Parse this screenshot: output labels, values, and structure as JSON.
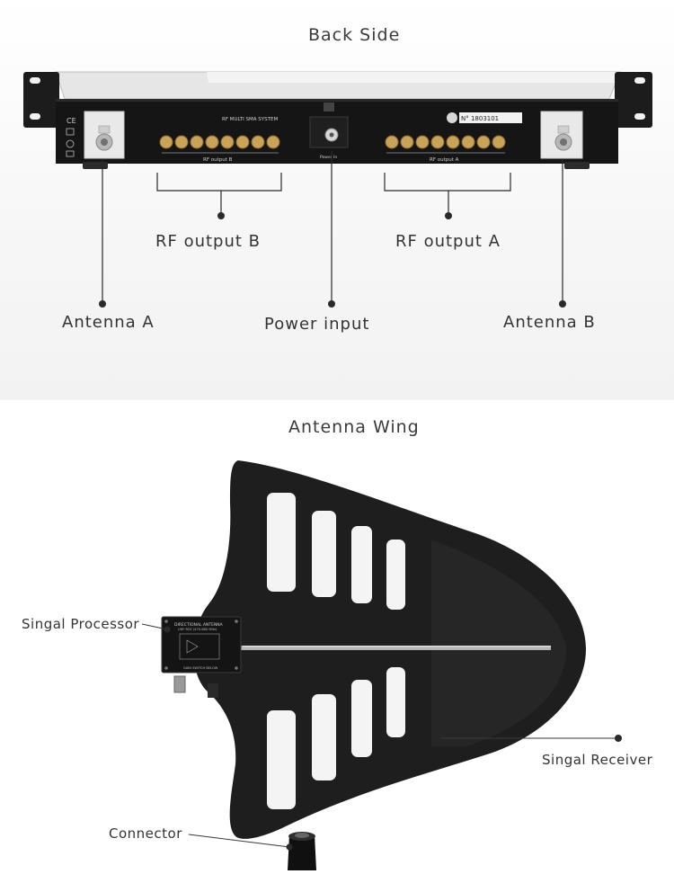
{
  "back_side": {
    "title": "Back Side",
    "panel": {
      "rf_multi_system_text": "RF MULTI SMA SYSTEM",
      "rf_output_b_port_text": "RF output B",
      "rf_output_a_port_text": "RF output A",
      "power_port_text": "Power In",
      "serial_text": "N° 1803101"
    },
    "callouts": {
      "rf_output_b": "RF output B",
      "rf_output_a": "RF output A",
      "antenna_a": "Antenna A",
      "power_input": "Power input",
      "antenna_b": "Antenna B"
    }
  },
  "antenna_wing": {
    "title": "Antenna Wing",
    "module": {
      "title": "DIRECTIONAL ANTENNA",
      "subtitle": "UHF RCE (470-860 MHz)",
      "footer": "GAIN SWITCH BELOW"
    },
    "callouts": {
      "signal_processor": "Singal Processor",
      "signal_receiver": "Singal Receiver",
      "connector": "Connector"
    }
  }
}
